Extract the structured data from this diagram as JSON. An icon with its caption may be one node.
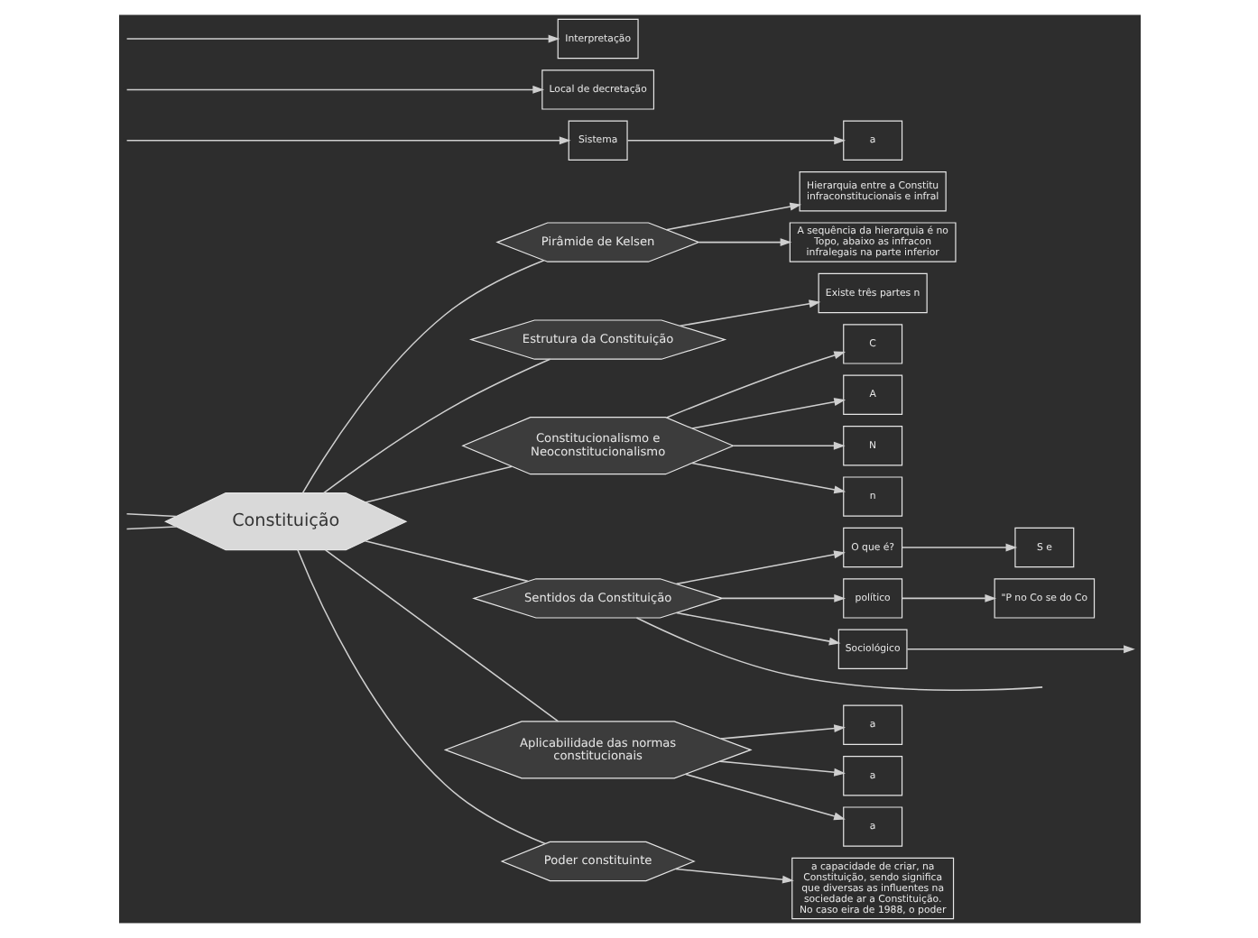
{
  "diagram": {
    "nodes": [
      {
        "text": [
          "Constituição"
        ]
      },
      {
        "text": [
          "Pirâmide de Kelsen"
        ]
      },
      {
        "text": [
          "Hierarquia entre a Constitu infraconstitucionais e infral"
        ]
      },
      {
        "text": [
          "A sequência da hierarquia é no Topo, abaixo as infracon infralegais na parte inferior"
        ]
      },
      {
        "text": [
          "Estrutura da Constituição"
        ]
      },
      {
        "text": [
          "Existe três partes n"
        ]
      },
      {
        "text": [
          "Constitucionalismo e Neoconstitucionalismo"
        ]
      },
      {
        "text": [
          "C"
        ]
      },
      {
        "text": [
          "A"
        ]
      },
      {
        "text": [
          "N"
        ]
      },
      {
        "text": [
          "n"
        ]
      },
      {
        "text": [
          "Sentidos da Constituição"
        ]
      },
      {
        "text": [
          "O que é?"
        ]
      },
      {
        "text": [
          "S e"
        ]
      },
      {
        "text": [
          "político"
        ]
      },
      {
        "text": [
          "\"P no Co se do Co"
        ]
      },
      {
        "text": [
          "Sociológico"
        ]
      },
      {
        "text": [
          "Aplicabilidade das normas constitucionais"
        ]
      },
      {
        "text": [
          "a"
        ]
      },
      {
        "text": [
          "a"
        ]
      },
      {
        "text": [
          "a"
        ]
      },
      {
        "text": [
          "Poder constituinte"
        ]
      },
      {
        "text": [
          "a capacidade de criar, na Constituição, sendo significa que diversas as influentes na sociedade ar a Constituição. No caso eira de 1988, o poder"
        ]
      },
      {
        "text": [
          "a"
        ]
      },
      {
        "text": [
          "Sistema"
        ]
      },
      {
        "text": [
          "Local de decretação"
        ]
      },
      {
        "text": [
          "Interpretação"
        ]
      }
    ],
    "edges": [
      {
        "from": 0,
        "to": 1,
        "arrow": "none"
      },
      {
        "from": 1,
        "to": 2,
        "arrow": "to"
      },
      {
        "from": 1,
        "to": 3,
        "arrow": "to"
      },
      {
        "from": 0,
        "to": 4,
        "arrow": "none"
      },
      {
        "from": 4,
        "to": 5,
        "arrow": "to"
      },
      {
        "from": 0,
        "to": 6,
        "arrow": "none"
      },
      {
        "from": 6,
        "to": 7,
        "arrow": "to"
      },
      {
        "from": 6,
        "to": 8,
        "arrow": "to"
      },
      {
        "from": 6,
        "to": 9,
        "arrow": "to"
      },
      {
        "from": 6,
        "to": 10,
        "arrow": "to"
      },
      {
        "from": 0,
        "to": 11,
        "arrow": "none"
      },
      {
        "from": 11,
        "to": 12,
        "arrow": "to"
      },
      {
        "from": 12,
        "to": 13,
        "arrow": "to"
      },
      {
        "from": 11,
        "to": 14,
        "arrow": "to"
      },
      {
        "from": 14,
        "to": 15,
        "arrow": "to"
      },
      {
        "from": 11,
        "to": 16,
        "arrow": "to"
      },
      {
        "from": 16,
        "to": null,
        "arrow": "to"
      },
      {
        "from": 11,
        "to": null,
        "arrow": "none"
      },
      {
        "from": 0,
        "to": 17,
        "arrow": "none"
      },
      {
        "from": 17,
        "to": 18,
        "arrow": "to"
      },
      {
        "from": 17,
        "to": 19,
        "arrow": "to"
      },
      {
        "from": 17,
        "to": 20,
        "arrow": "to"
      },
      {
        "from": 0,
        "to": 21,
        "arrow": "none"
      },
      {
        "from": 21,
        "to": 22,
        "arrow": "to"
      },
      {
        "from": null,
        "to": 0,
        "arrow": "none"
      },
      {
        "from": null,
        "to": 0,
        "arrow": "none"
      },
      {
        "from": 24,
        "to": 23,
        "arrow": "to"
      },
      {
        "from": null,
        "to": 24,
        "arrow": "to"
      },
      {
        "from": null,
        "to": 25,
        "arrow": "to"
      },
      {
        "from": null,
        "to": 26,
        "arrow": "to"
      }
    ]
  }
}
